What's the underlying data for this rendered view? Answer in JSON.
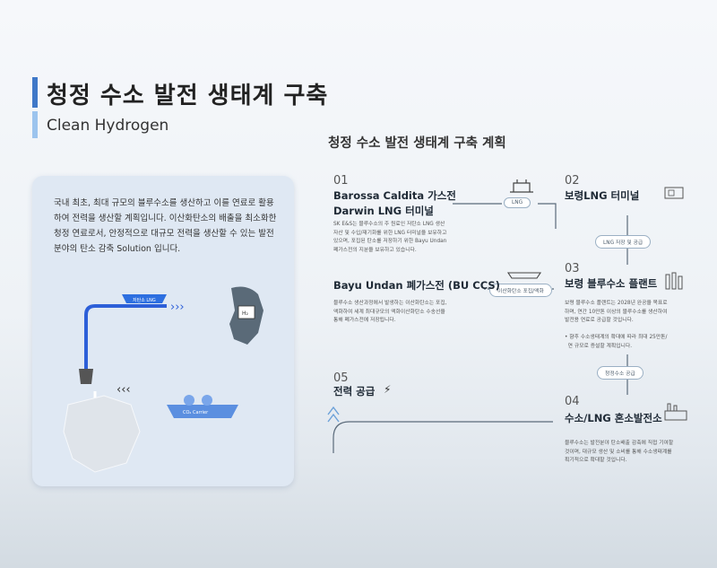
{
  "header": {
    "title": "청정 수소 발전 생태계 구축",
    "subtitle": "Clean Hydrogen"
  },
  "plan_title": "청정 수소 발전 생태계 구축 계획",
  "card": {
    "text": "국내 최초, 최대 규모의 블루수소를 생산하고 이를 연료로 활용하여 전력을 생산할 계획입니다. 이산화탄소의 배출을 최소화한 청정 연료로서, 안정적으로 대규모 전력을 생산할 수 있는 발전분야의 탄소 감축 Solution 입니다.",
    "map": {
      "ship_label": "저탄소 LNG",
      "carrier_label": "CO₂ Carrier",
      "plant_label": "H₂"
    }
  },
  "steps": [
    {
      "num": "01",
      "title": "Barossa Caldita 가스전\nDarwin LNG 터미널",
      "desc": "SK E&S는 블루수소의 주 원료인 저탄소 LNG 생산\n자산 및 수입/재기화를 위한 LNG 터미널을 보유하고\n있으며, 포집된 탄소를 저장하기 위한 Bayu Undan\n폐가스전의 지분을 보유하고 있습니다."
    },
    {
      "num": "02",
      "title": "보령LNG 터미널",
      "desc": ""
    },
    {
      "num": "03",
      "title": "보령 블루수소 플랜트",
      "desc": "보령 블루수소 플랜트는 2028년 완공을 목표로\n하며, 연간 10만톤 이상의 블루수소를 생산하여\n발전용 연료로 공급할 것입니다.\n\n• 향후 수소생태계의 확대에 따라 최대 25만톤/\n  연 규모로 증설할 계획입니다."
    },
    {
      "num": "04",
      "title": "수소/LNG 혼소발전소",
      "desc": "블루수소는 발전분야 탄소배출 감축에 직접 기여할\n것이며, 대규모 생산 및 소비를 통해 수소생태계를\n획기적으로 확대할 것입니다."
    },
    {
      "num": "05",
      "title": "전력 공급",
      "desc": ""
    },
    {
      "num": "",
      "title": "Bayu Undan 폐가스전 (BU CCS)",
      "desc": "블루수소 생산과정에서 발생하는 이산화탄소는 포집,\n액화하여 세계 최대규모의 액화이산화탄소 수송선을\n통해 폐가스전에 저장됩니다."
    }
  ],
  "pills": {
    "lng": "LNG",
    "storage": "LNG 저장 및 공급",
    "co2": "이산화탄소 포집/액화",
    "h2": "청정수소 공급"
  }
}
